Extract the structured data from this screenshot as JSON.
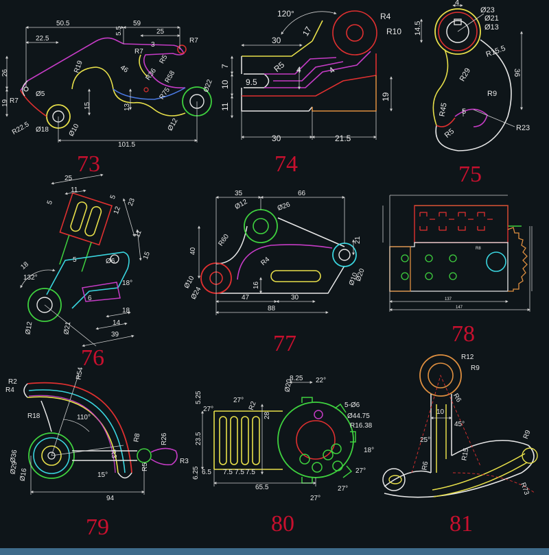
{
  "figure_numbers": [
    "73",
    "74",
    "75",
    "76",
    "77",
    "78",
    "79",
    "80",
    "81"
  ],
  "p73": {
    "d1": "50.5",
    "d2": "59",
    "d3": "22.5",
    "d4": "25",
    "d5": "5.5",
    "d6": "R7",
    "d7": "R7",
    "d8": "3",
    "d9": "R5",
    "d10": "26",
    "d11": "19",
    "d12": "R7",
    "d13": "Ø5",
    "d14": "R22.5",
    "d15": "Ø18",
    "d16": "Ø10",
    "d17": "101.5",
    "d18": "R19",
    "d19": "46",
    "d20": "15",
    "d21": "13",
    "d22": "R36",
    "d23": "R75",
    "d24": "R58",
    "d25": "Ø22",
    "d26": "Ø12"
  },
  "p74": {
    "d1": "120°",
    "d2": "17",
    "d3": "R4",
    "d4": "R10",
    "d5": "30",
    "d6": "7",
    "d7": "R5",
    "d8": "4",
    "d9": "4",
    "d10": "9.5",
    "d11": "10",
    "d12": "11",
    "d13": "19",
    "d14": "30",
    "d15": "21.5"
  },
  "p75": {
    "d1": "4",
    "d2": "Ø23",
    "d3": "Ø21",
    "d4": "Ø13",
    "d5": "14.5",
    "d6": "R15.5",
    "d7": "36",
    "d8": "R29",
    "d9": "R9",
    "d10": "R45",
    "d11": "5",
    "d12": "R5",
    "d13": "R23"
  },
  "p76": {
    "d1": "25",
    "d2": "11",
    "d3": "5",
    "d4": "5",
    "d5": "23",
    "d6": "12",
    "d7": "11",
    "d8": "15",
    "d9": "5",
    "d10": "Ø6",
    "d11": "18",
    "d12": "132°",
    "d13": "18°",
    "d14": "6",
    "d15": "18",
    "d16": "14",
    "d17": "39",
    "d18": "Ø12",
    "d19": "Ø21"
  },
  "p77": {
    "d1": "35",
    "d2": "66",
    "d3": "Ø12",
    "d4": "Ø26",
    "d5": "R60",
    "d6": "40",
    "d7": "R4",
    "d8": "21",
    "d9": "16",
    "d10": "Ø10",
    "d11": "Ø24",
    "d12": "Ø10",
    "d13": "Ø20",
    "d14": "47",
    "d15": "30",
    "d16": "88"
  },
  "p78": {
    "d1": "137",
    "d2": "147",
    "d3": "R8"
  },
  "p79": {
    "d1": "R2",
    "d2": "R4",
    "d3": "R54",
    "d4": "R18",
    "d5": "110°",
    "d6": "Ø36",
    "d7": "Ø29",
    "d8": "Ø16",
    "d9": "15°",
    "d10": "R3",
    "d11": "R8",
    "d12": "R26",
    "d13": "R5",
    "d14": "R3",
    "d15": "94"
  },
  "p80": {
    "d1": "8.25",
    "d2": "22°",
    "d3": "Ø20",
    "d4": "27°",
    "d5": "5.25",
    "d6": "27°",
    "d7": "R2",
    "d8": "5-Ø6",
    "d9": "Ø44.75",
    "d10": "R16.38",
    "d11": "28",
    "d12": "23.5",
    "d13": "18°",
    "d14": "6.5",
    "d15": "7.5",
    "d16": "7.5",
    "d17": "7.5",
    "d18": "6.25",
    "d19": "27°",
    "d20": "27°",
    "d21": "27°",
    "d22": "65.5"
  },
  "p81": {
    "d1": "R12",
    "d2": "R9",
    "d3": "R6",
    "d4": "10",
    "d5": "45°",
    "d6": "25°",
    "d7": "R15",
    "d8": "R9",
    "d9": "R6",
    "d10": "R73"
  },
  "colors": {
    "background": "#0e1519",
    "white": "#e8e8e8",
    "red": "#e03030",
    "yellow": "#e8e04a",
    "green": "#3fd23f",
    "cyan": "#3ad6e0",
    "magenta": "#c63cc6",
    "blue": "#4a78e0",
    "orange": "#e09040",
    "number_red": "#c8102e"
  }
}
